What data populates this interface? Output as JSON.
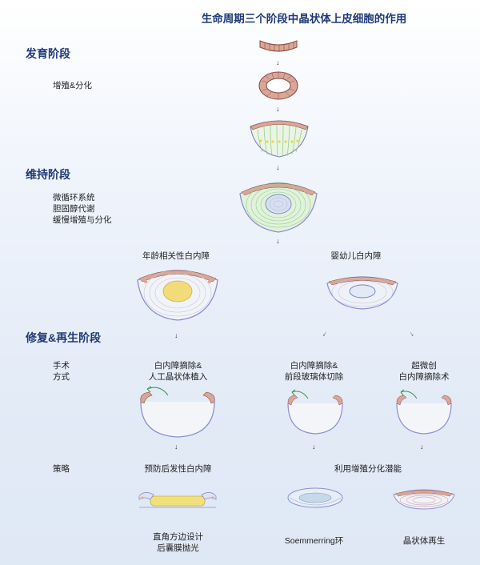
{
  "title": "生命周期三个阶段中晶状体上皮细胞的作用",
  "stages": {
    "development": {
      "label": "发育阶段",
      "items": [
        "增殖&分化"
      ]
    },
    "maintenance": {
      "label": "维持阶段",
      "items": [
        "微循环系统",
        "胆固醇代谢",
        "缓慢增殖与分化"
      ]
    },
    "repair": {
      "label": "修复&再生阶段",
      "surgery_label": [
        "手术",
        "方式"
      ],
      "strategy_label": "策略"
    }
  },
  "cataract_types": {
    "age_related": "年龄相关性白内障",
    "infant": "婴幼儿白内障"
  },
  "surgeries": [
    {
      "lines": [
        "白内障摘除&",
        "人工晶状体植入"
      ]
    },
    {
      "lines": [
        "白内障摘除&",
        "前段玻璃体切除"
      ]
    },
    {
      "lines": [
        "超微创",
        "白内障摘除术"
      ]
    }
  ],
  "strategies": {
    "left": "预防后发性白内障",
    "right": "利用增殖分化潜能"
  },
  "outcomes": [
    {
      "lines": [
        "直角方边设计",
        "后囊膜抛光"
      ]
    },
    {
      "lines": [
        "Soemmerring环"
      ]
    },
    {
      "lines": [
        "晶状体再生"
      ]
    }
  ],
  "colors": {
    "title": "#1f3a78",
    "epithelium": "#c98a7a",
    "capsule": "#8e8fd0",
    "fiber": "#8fd08a"
  }
}
